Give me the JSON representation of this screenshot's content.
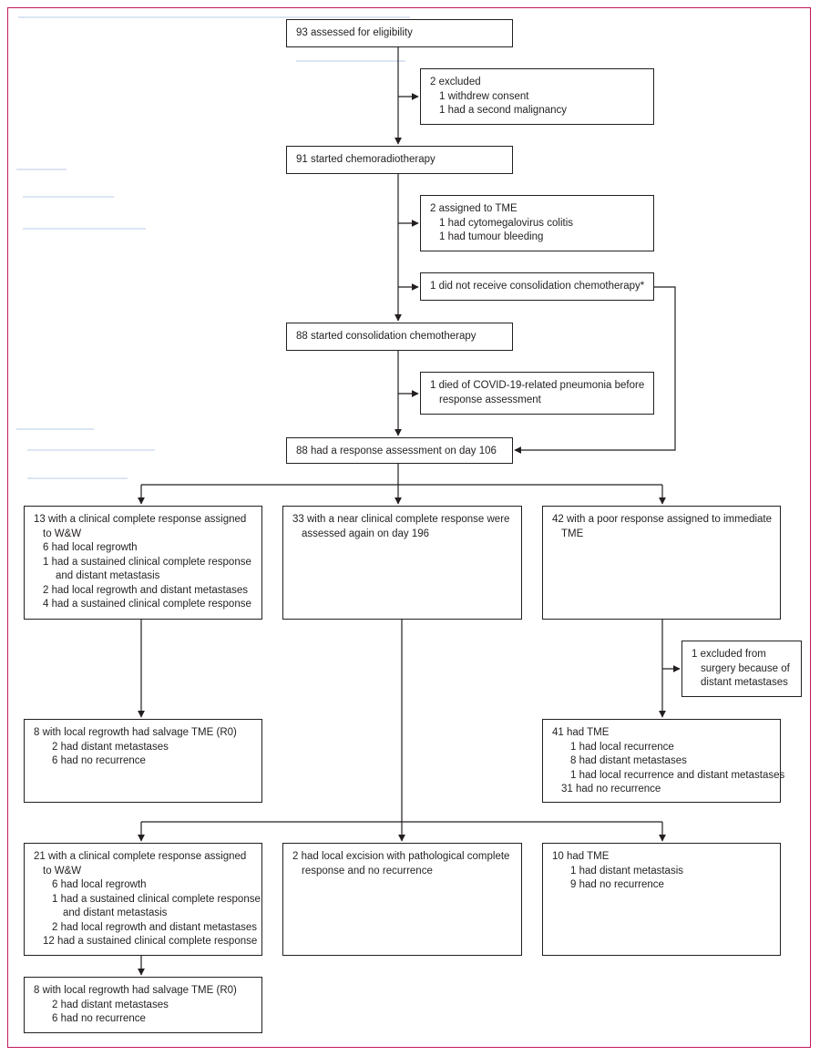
{
  "flowchart": {
    "assessed": "93 assessed for eligibility",
    "excluded": {
      "header": "2 excluded",
      "items": [
        "1 withdrew consent",
        "1 had a second malignancy"
      ]
    },
    "started_crt": "91 started chemoradiotherapy",
    "assigned_tme": {
      "header": "2 assigned to TME",
      "items": [
        "1 had cytomegalovirus colitis",
        "1 had tumour bleeding"
      ]
    },
    "no_consolidation": "1 did not receive consolidation chemotherapy*",
    "started_consolidation": "88 started consolidation chemotherapy",
    "died": {
      "line1": "1 died of COVID-19-related pneumonia before",
      "line2": "response assessment"
    },
    "response_assessment": "88 had a response assessment on day 106",
    "ww_group": {
      "header_line1": "13 with a clinical complete response assigned",
      "header_line2": "to W&W",
      "items": [
        "6 had local regrowth",
        "1 had a sustained clinical complete response",
        "and distant metastasis",
        "2 had local regrowth and distant metastases",
        "4 had a sustained clinical  complete response"
      ]
    },
    "near_ccr": {
      "line1": "33 with a near clinical complete response were",
      "line2": "assessed again on day 196"
    },
    "poor_response": {
      "line1": "42 with a poor response assigned to immediate",
      "line2": "TME"
    },
    "excluded_surgery": {
      "line1": "1 excluded from",
      "line2": "surgery because of",
      "line3": "distant metastases"
    },
    "salvage_1": {
      "header": "8 with local regrowth had salvage TME (R0)",
      "items": [
        "2 had distant metastases",
        "6 had no recurrence"
      ]
    },
    "tme_41": {
      "header": "41 had TME",
      "items": [
        "1 had local recurrence",
        "8 had distant metastases",
        "1 had local recurrence and distant metastases",
        "31 had no recurrence"
      ]
    },
    "ww_group_2": {
      "header_line1": "21 with a clinical complete response assigned",
      "header_line2": "to W&W",
      "items": [
        "6 had local regrowth",
        "1 had a sustained clinical complete response",
        "and distant metastasis",
        "2 had local regrowth and distant metastases",
        "12 had a sustained clinical complete response"
      ]
    },
    "local_excision": {
      "line1": "2 had local excision with pathological complete",
      "line2": "response and no recurrence"
    },
    "tme_10": {
      "header": "10 had TME",
      "items": [
        "1 had distant metastasis",
        "9 had no recurrence"
      ]
    },
    "salvage_2": {
      "header": "8 with local regrowth had salvage TME (R0)",
      "items": [
        "2 had distant metastases",
        "6 had no recurrence"
      ]
    }
  }
}
